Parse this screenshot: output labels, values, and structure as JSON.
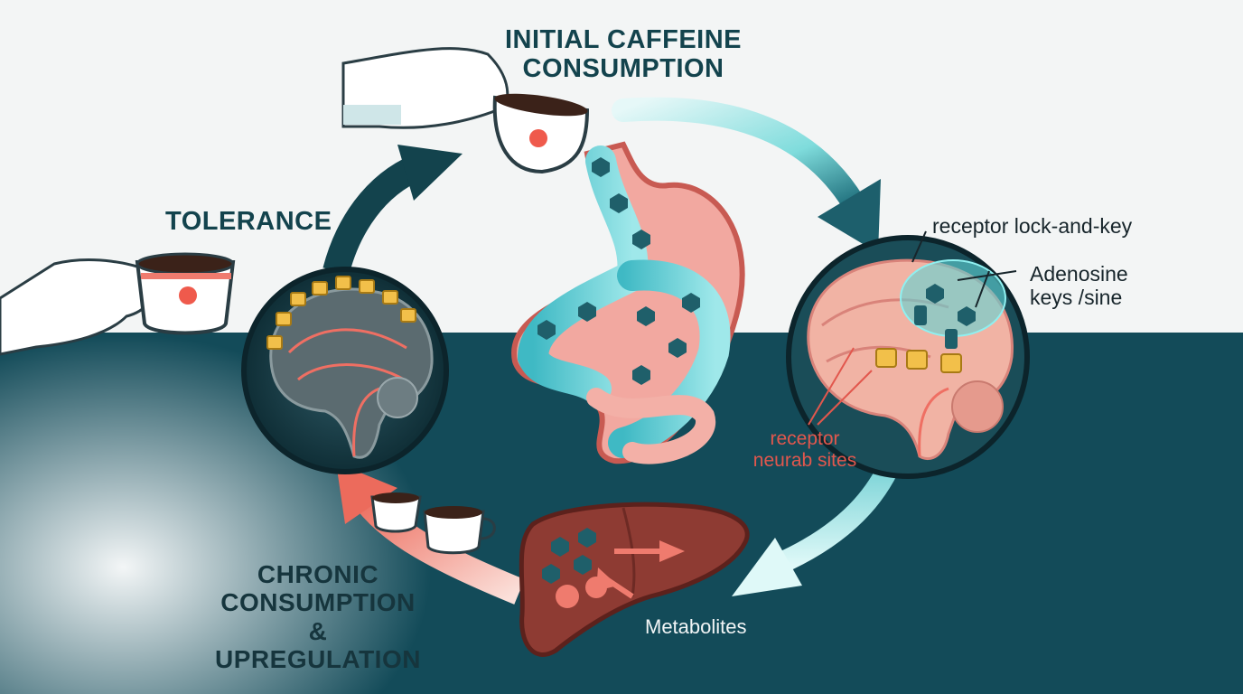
{
  "labels": {
    "initial": "INITIAL CAFFEINE\nCONSUMPTION",
    "tolerance": "TOLERANCE",
    "chronic": "CHRONIC\nCONSUMPTION &\nUPREGULATION",
    "receptor_lock": "receptor lock-and-key",
    "adenosine": "Adenosine\nkeys /sine",
    "receptor_sites": "receptor\nneurab sites",
    "metabolites": "Metabolites"
  },
  "colors": {
    "navy": "#13434d",
    "teal_dark": "#134b59",
    "cyan": "#5fd3d6",
    "salmon": "#ef7b6e",
    "liver": "#8e3b33",
    "brain": "#f1b3a4",
    "lock": "#f2c04a"
  },
  "icons": [
    "coffee-cup-icon",
    "hand-icon",
    "stomach-icon",
    "brain-icon",
    "liver-icon",
    "padlock-icon",
    "caffeine-molecule-icon",
    "cycle-arrow-icon"
  ]
}
